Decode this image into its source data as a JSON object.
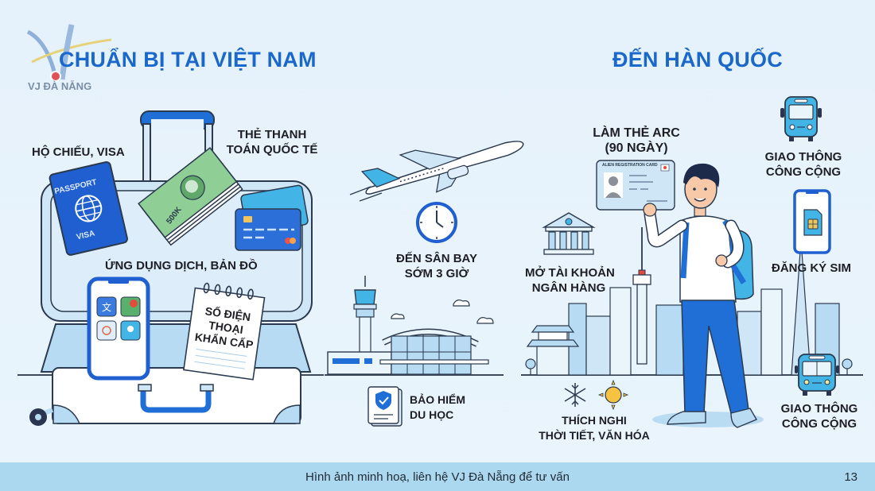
{
  "logo": {
    "mark": "VJ",
    "text": "VJ ĐÀ NẴNG"
  },
  "sections": {
    "left": {
      "title": "CHUẨN BỊ TẠI VIỆT NAM",
      "items": [
        {
          "id": "passport",
          "label": "HỘ CHIẾU, VISA",
          "icon": "passport-icon"
        },
        {
          "id": "card",
          "label_lines": [
            "THẺ THANH",
            "TOÁN QUỐC TẾ"
          ],
          "icon": "credit-card-icon"
        },
        {
          "id": "apps",
          "label": "ỨNG DỤNG DỊCH, BẢN ĐỒ",
          "icon": "smartphone-apps-icon"
        },
        {
          "id": "emergency",
          "label_lines": [
            "SỐ ĐIỆN",
            "THOẠI",
            "KHẨN CẤP"
          ],
          "icon": "notepad-icon"
        }
      ],
      "passport_text": {
        "top": "PASSPORT",
        "bottom": "VISA"
      },
      "banknote_text": "500K"
    },
    "middle": {
      "items": [
        {
          "id": "airport",
          "label_lines": [
            "ĐẾN SÂN BAY",
            "SỚM 3 GIỜ"
          ],
          "icon": "clock-icon"
        },
        {
          "id": "insurance",
          "label_lines": [
            "BẢO HIỂM",
            "DU HỌC"
          ],
          "icon": "insurance-document-icon"
        }
      ]
    },
    "right": {
      "title": "ĐẾN HÀN QUỐC",
      "items": [
        {
          "id": "arc",
          "label_lines": [
            "LÀM THẺ ARC",
            "(90 NGÀY)"
          ],
          "icon": "id-card-icon"
        },
        {
          "id": "bank",
          "label_lines": [
            "MỞ TÀI KHOẢN",
            "NGÂN HÀNG"
          ],
          "icon": "bank-icon"
        },
        {
          "id": "transport1",
          "label_lines": [
            "GIAO THÔNG",
            "CÔNG CỘNG"
          ],
          "icon": "bus-icon"
        },
        {
          "id": "sim",
          "label": "ĐĂNG KÝ SIM",
          "icon": "sim-card-icon"
        },
        {
          "id": "weather",
          "label_lines": [
            "THÍCH NGHI",
            "THỜI TIẾT, VĂN HÓA"
          ],
          "icon": "weather-icon"
        },
        {
          "id": "transport2",
          "label_lines": [
            "GIAO THÔNG",
            "CÔNG CỘNG"
          ],
          "icon": "bus-icon"
        }
      ],
      "arc_card_text": "ALIEN REGISTRATION CARD"
    }
  },
  "footer": {
    "caption": "Hình ảnh minh hoạ, liên hệ VJ Đà Nẵng để tư vấn",
    "page_number": "13"
  },
  "colors": {
    "title_blue": "#1a68c9",
    "primary_blue": "#1f6fd6",
    "light_blue": "#b9dcf2",
    "sky_blue": "#43b4e6",
    "outline": "#2b3a4e",
    "footer_bg": "#acd8ef",
    "background": "#e8f3fb"
  }
}
